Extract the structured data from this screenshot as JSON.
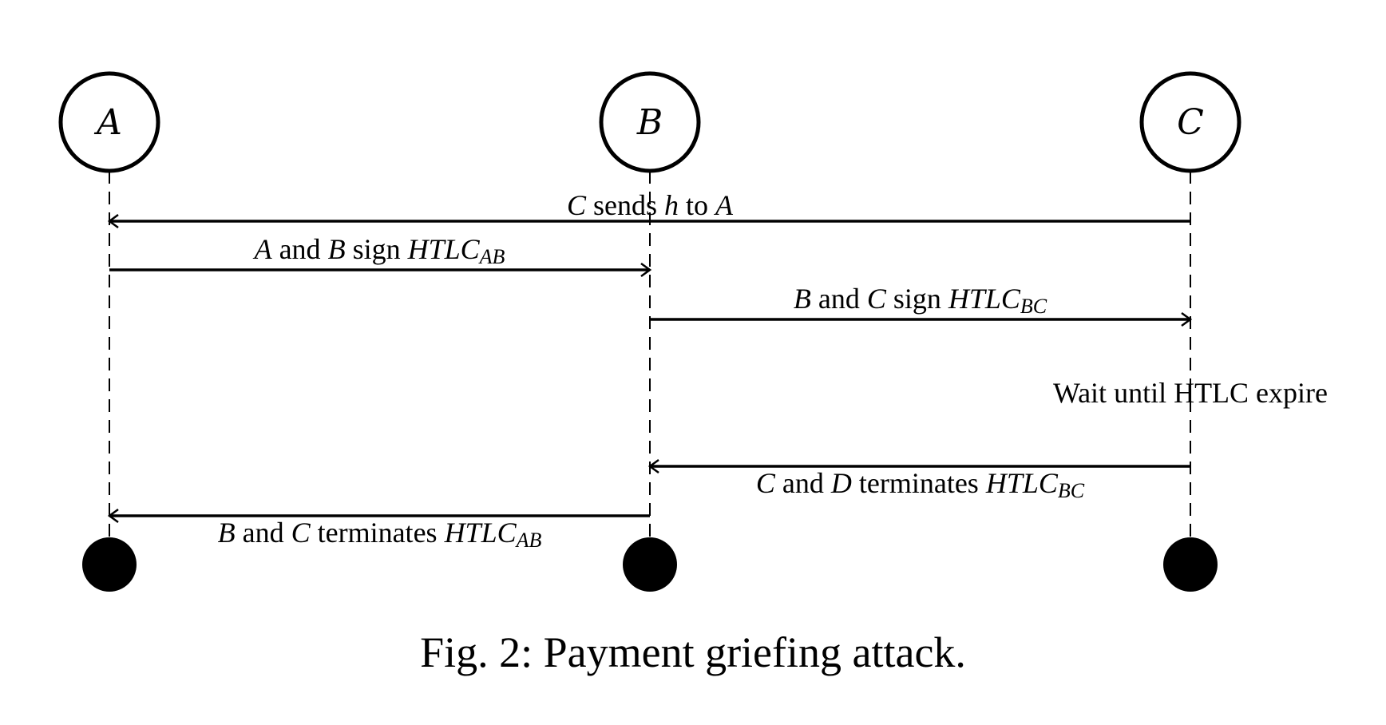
{
  "participants": [
    {
      "id": "A",
      "label": "A"
    },
    {
      "id": "B",
      "label": "B"
    },
    {
      "id": "C",
      "label": "C"
    }
  ],
  "messages": [
    {
      "from": "C",
      "to": "A",
      "label_parts": [
        {
          "t": "C",
          "it": true
        },
        {
          "t": " sends "
        },
        {
          "t": "h",
          "it": true
        },
        {
          "t": " to "
        },
        {
          "t": "A",
          "it": true
        }
      ]
    },
    {
      "from": "A",
      "to": "B",
      "label_parts": [
        {
          "t": "A",
          "it": true
        },
        {
          "t": " and "
        },
        {
          "t": "B",
          "it": true
        },
        {
          "t": " sign "
        },
        {
          "t": "HTLC",
          "it": true
        },
        {
          "t": "AB",
          "sub": true
        }
      ]
    },
    {
      "from": "B",
      "to": "C",
      "label_parts": [
        {
          "t": "B",
          "it": true
        },
        {
          "t": " and "
        },
        {
          "t": "C",
          "it": true
        },
        {
          "t": " sign "
        },
        {
          "t": "HTLC",
          "it": true
        },
        {
          "t": "BC",
          "sub": true
        }
      ]
    },
    {
      "from": "C",
      "to": "B",
      "label_parts": [
        {
          "t": "C",
          "it": true
        },
        {
          "t": " and "
        },
        {
          "t": "D",
          "it": true
        },
        {
          "t": " terminates "
        },
        {
          "t": "HTLC",
          "it": true
        },
        {
          "t": "BC",
          "sub": true
        }
      ]
    },
    {
      "from": "B",
      "to": "A",
      "label_parts": [
        {
          "t": "B",
          "it": true
        },
        {
          "t": " and "
        },
        {
          "t": "C",
          "it": true
        },
        {
          "t": " terminates "
        },
        {
          "t": "HTLC",
          "it": true
        },
        {
          "t": "AB",
          "sub": true
        }
      ]
    }
  ],
  "note": {
    "at": "C",
    "text": "Wait until HTLC expire"
  },
  "caption": "Fig. 2: Payment griefing attack."
}
